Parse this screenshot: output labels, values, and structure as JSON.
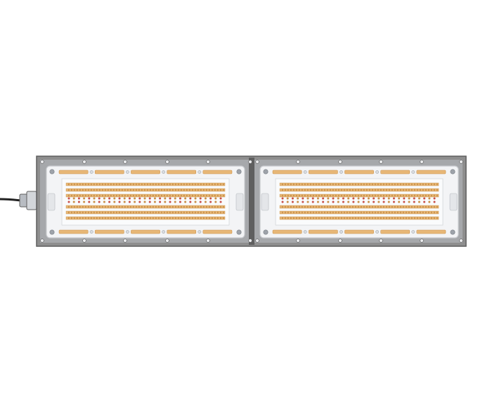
{
  "product": {
    "subject": "led-grow-light-fixture",
    "panel_count": 2,
    "colors": {
      "background": "#ffffff",
      "frame": "#8e8e8e",
      "frame_dark": "#5f5f5f",
      "panel_face": "#f3f4f6",
      "panel_edge": "#c9cbcf",
      "led_amber": "#e7b777",
      "led_amber_dark": "#c98f48",
      "led_red": "#c8504a",
      "bolt": "#9ea3aa",
      "cable": "#222222",
      "gland": "#b8bcc2"
    },
    "panels": [
      {
        "name": "left-led-panel",
        "top_strip_segments": 5,
        "led_strip_rows": 5,
        "red_led_rows": 2
      },
      {
        "name": "right-led-panel",
        "top_strip_segments": 5,
        "led_strip_rows": 5,
        "red_led_rows": 2
      }
    ]
  }
}
